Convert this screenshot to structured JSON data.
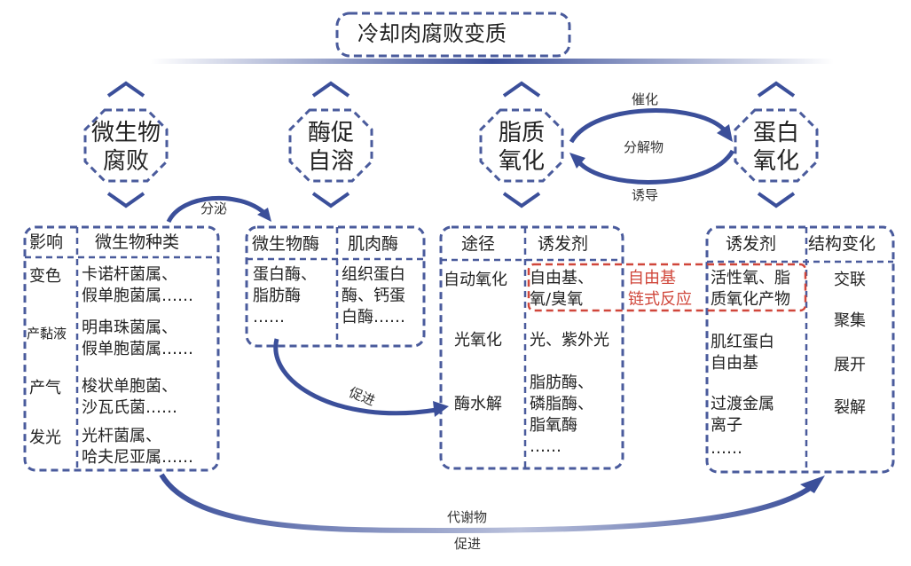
{
  "title": "冷却肉腐败变质",
  "colors": {
    "accent": "#3b4f9a",
    "dash": "#4a5b9c",
    "highlight": "#d0463a"
  },
  "categories": [
    {
      "id": "microbial",
      "label_lines": [
        "微生物",
        "腐败"
      ]
    },
    {
      "id": "enzyme",
      "label_lines": [
        "酶促",
        "自溶"
      ]
    },
    {
      "id": "lipid",
      "label_lines": [
        "脂质",
        "氧化"
      ]
    },
    {
      "id": "protein",
      "label_lines": [
        "蛋白",
        "氧化"
      ]
    }
  ],
  "arrows": {
    "secrete": "分泌",
    "catalyze": "催化",
    "decomposition": "分解物",
    "induce": "诱导",
    "promote_enzyme": "促进",
    "metabolite": "代谢物",
    "promote_bottom": "促进"
  },
  "microbial_table": {
    "headers": [
      "影响",
      "微生物种类"
    ],
    "rows": [
      {
        "effect": "变色",
        "species": [
          "卡诺杆菌属、",
          "假单胞菌属……"
        ]
      },
      {
        "effect": "产黏液",
        "species": [
          "明串珠菌属、",
          "假单胞菌属……"
        ]
      },
      {
        "effect": "产气",
        "species": [
          "梭状单胞菌、",
          "沙瓦氏菌……"
        ]
      },
      {
        "effect": "发光",
        "species": [
          "光杆菌属、",
          "哈夫尼亚属……"
        ]
      }
    ]
  },
  "enzyme_table": {
    "headers": [
      "微生物酶",
      "肌肉酶"
    ],
    "col1": [
      "蛋白酶、",
      "脂肪酶",
      "……"
    ],
    "col2": [
      "组织蛋白",
      "酶、钙蛋",
      "白酶……"
    ]
  },
  "lipid_table": {
    "headers": [
      "途径",
      "诱发剂"
    ],
    "rows": [
      {
        "path": "自动氧化",
        "inducer": [
          "自由基、",
          "氧/臭氧"
        ]
      },
      {
        "path": "光氧化",
        "inducer": [
          "光、紫外光"
        ]
      },
      {
        "path": "酶水解",
        "inducer": [
          "脂肪酶、",
          "磷脂酶、",
          "脂氧酶",
          "……"
        ]
      }
    ]
  },
  "free_radical_chain": [
    "自由基",
    "链式反应"
  ],
  "protein_table": {
    "headers": [
      "诱发剂",
      "结构变化"
    ],
    "inducers": [
      [
        "活性氧、脂",
        "质氧化产物"
      ],
      [
        "肌红蛋白",
        "自由基"
      ],
      [
        "过渡金属",
        "离子"
      ],
      [
        "……"
      ]
    ],
    "changes": [
      "交联",
      "聚集",
      "展开",
      "裂解"
    ]
  }
}
